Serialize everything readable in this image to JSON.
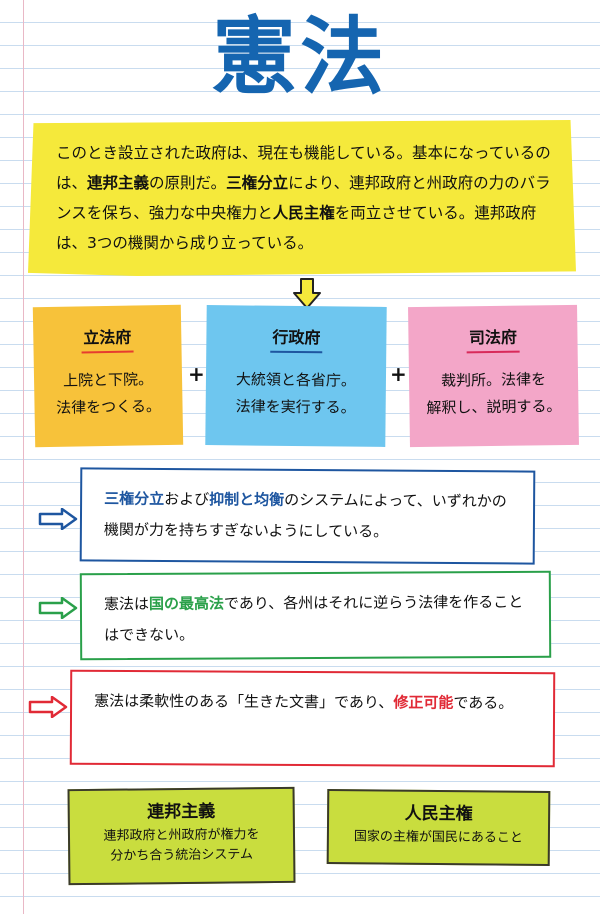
{
  "title": "憲法",
  "intro": {
    "p1": "このとき設立された政府は、現在も機能している。基本になっているのは、",
    "k1": "連邦主義",
    "p2": "の原則だ。",
    "k2": "三権分立",
    "p3": "により、連邦政府と州政府の力のバランスを保ち、強力な中央権力と",
    "k3": "人民主権",
    "p4": "を両立させている。連邦政府は、3つの機関から成り立っている。"
  },
  "branches": [
    {
      "name": "立法府",
      "line1": "上院と下院。",
      "line2": "法律をつくる。"
    },
    {
      "name": "行政府",
      "line1": "大統領と各省庁。",
      "line2": "法律を実行する。"
    },
    {
      "name": "司法府",
      "line1": "裁判所。法律を",
      "line2": "解釈し、説明する。"
    }
  ],
  "plus": "+",
  "notes": [
    {
      "k1": "三権分立",
      "p1": "および",
      "k2": "抑制と均衡",
      "p2": "のシステムによって、いずれかの機関が力を持ちすぎないようにしている。"
    },
    {
      "p1": "憲法は",
      "k1": "国の最高法",
      "p2": "であり、各州はそれに逆らう法律を作ることはできない。"
    },
    {
      "p1": "憲法は柔軟性のある「生きた文書」であり、",
      "k1": "修正可能",
      "p2": "である。"
    }
  ],
  "terms": [
    {
      "name": "連邦主義",
      "line1": "連邦政府と州政府が権力を",
      "line2": "分かち合う統治システム"
    },
    {
      "name": "人民主権",
      "line1": "国家の主権が国民にあること"
    }
  ],
  "colors": {
    "title": "#1565b0",
    "intro_bg": "#f5e93b",
    "legislative": "#f7c23a",
    "executive": "#6ec6ef",
    "judicial": "#f3a6c8",
    "note_blue": "#1e56a0",
    "note_green": "#2aa04a",
    "note_red": "#e12a36",
    "term_bg": "#c9dd3e"
  },
  "icons": [
    "arrow-down-icon",
    "arrow-right-icon"
  ]
}
